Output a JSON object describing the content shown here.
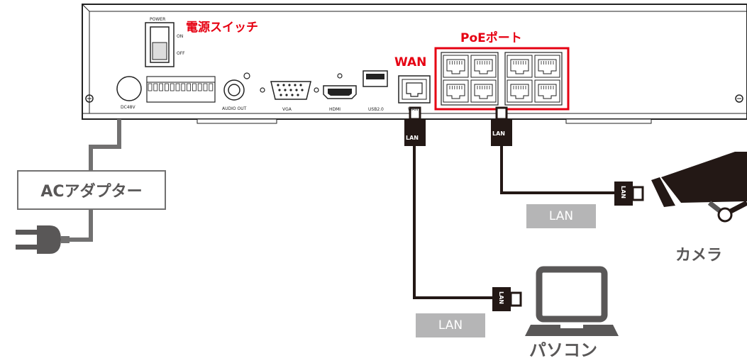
{
  "labels": {
    "power_switch": "電源スイッチ",
    "poe_port": "PoEポート",
    "wan": "WAN",
    "ac_adapter": "ACアダプター",
    "camera": "カメラ",
    "pc": "パソコン",
    "lan_boxes": [
      "LAN",
      "LAN"
    ],
    "lan_tag": "LAN"
  },
  "device": {
    "power": "POWER",
    "on": "ON",
    "off": "OFF",
    "dc": "DC48V",
    "audio_out": "AUDIO OUT",
    "vga": "VGA",
    "hdmi": "HDMI",
    "usb": "USB2.0",
    "wan_port": "WAN"
  },
  "colors": {
    "accent_red": "#e60012",
    "cable_gray": "#727171",
    "cable_black": "#231815",
    "label_gray": "#595757",
    "lan_box": "#b5b5b6"
  }
}
